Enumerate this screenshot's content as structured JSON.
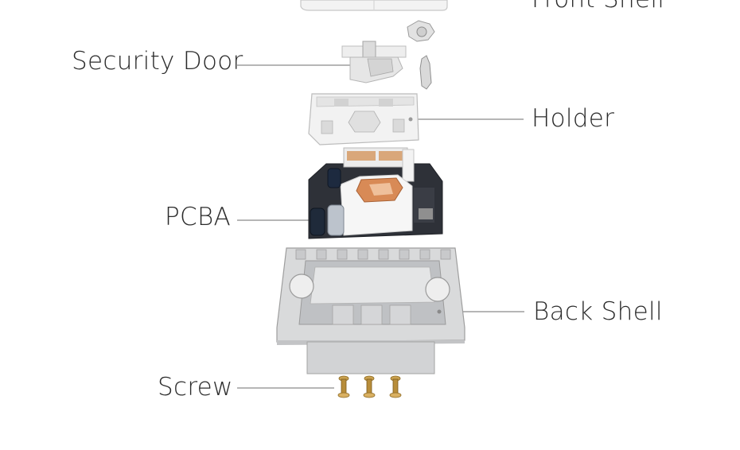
{
  "labels": {
    "front_shell": "Front Shell",
    "security_door": "Security Door",
    "holder": "Holder",
    "pcba": "PCBA",
    "back_shell": "Back Shell",
    "screw": "Screw"
  }
}
